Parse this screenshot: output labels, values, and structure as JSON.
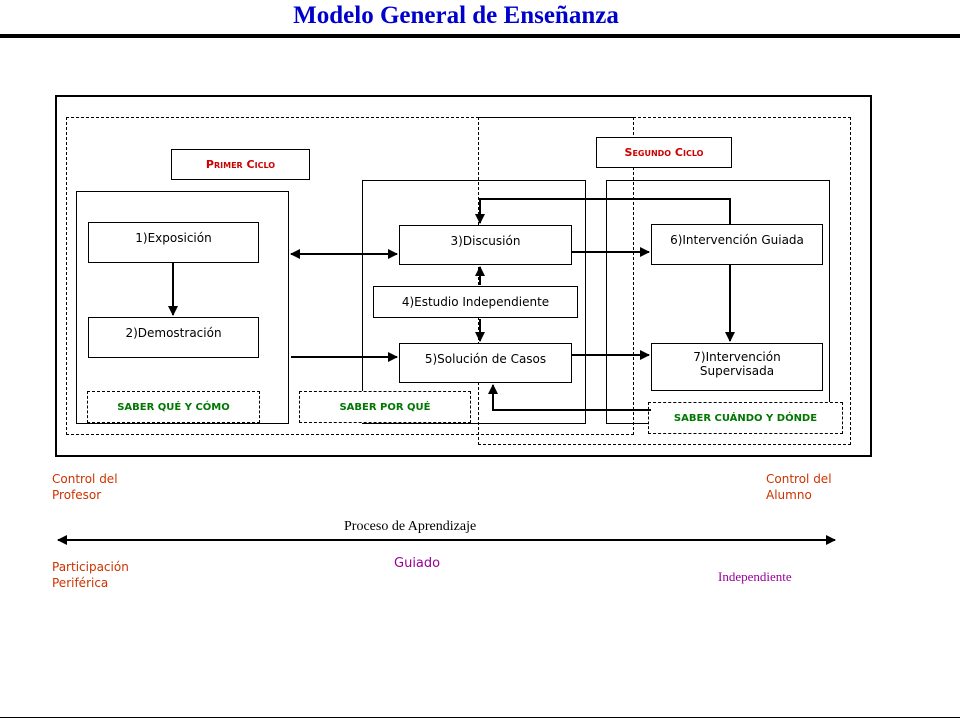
{
  "title": "Modelo General de Enseñanza",
  "cycles": {
    "first": "Primer Ciclo",
    "second": "Segundo Ciclo"
  },
  "steps": {
    "s1": "1)Exposición",
    "s2": "2)Demostración",
    "s3": "3)Discusión",
    "s4": "4)Estudio Independiente",
    "s5": "5)Solución de Casos",
    "s6": "6)Intervención Guiada",
    "s7": "7)Intervención\nSupervisada"
  },
  "saber": {
    "que_como": "SABER QUÉ Y CÓMO",
    "por_que": "SABER POR QUÉ",
    "cuando_donde": "SABER CUÁNDO Y DÓNDE"
  },
  "scale": {
    "left_top": "Control del\nProfesor",
    "right_top": "Control del\nAlumno",
    "process": "Proceso de Aprendizaje",
    "left_bottom": "Participación\nPeriférica",
    "middle_bottom": "Guiado",
    "right_bottom": "Independiente"
  },
  "colors": {
    "title": "#0000cc",
    "cycle": "#cc0000",
    "saber": "#007700",
    "scale": "#cc3300",
    "purple": "#990099"
  }
}
